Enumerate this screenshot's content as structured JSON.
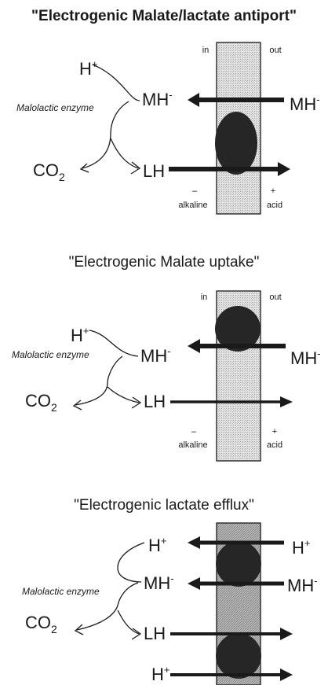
{
  "sections": [
    {
      "title": "\"Electrogenic Malate/lactate antiport\"",
      "enzyme_label": "Malolactic enzyme",
      "proton": {
        "base": "H",
        "sup": "+"
      },
      "malate_in": {
        "base": "MH",
        "sup": "-"
      },
      "malate_out": {
        "base": "MH",
        "sup": "-"
      },
      "co2": {
        "base": "CO",
        "sub": "2"
      },
      "lactate": "LH",
      "side_in": "in",
      "side_out": "out",
      "charge_in": "–",
      "charge_out": "+",
      "ph_in": "alkaline",
      "ph_out": "acid"
    },
    {
      "title": "\"Electrogenic Malate uptake\"",
      "enzyme_label": "Malolactic enzyme",
      "proton": {
        "base": "H",
        "sup": "+"
      },
      "malate_in": {
        "base": "MH",
        "sup": "-"
      },
      "malate_out": {
        "base": "MH",
        "sup": "-"
      },
      "co2": {
        "base": "CO",
        "sub": "2"
      },
      "lactate": "LH",
      "side_in": "in",
      "side_out": "out",
      "charge_in": "–",
      "charge_out": "+",
      "ph_in": "alkaline",
      "ph_out": "acid"
    },
    {
      "title": "\"Electrogenic lactate efflux\"",
      "enzyme_label": "Malolactic enzyme",
      "proton_in": {
        "base": "H",
        "sup": "+"
      },
      "proton_out": {
        "base": "H",
        "sup": "+"
      },
      "malate_in": {
        "base": "MH",
        "sup": "-"
      },
      "malate_out": {
        "base": "MH",
        "sup": "-"
      },
      "co2": {
        "base": "CO",
        "sub": "2"
      },
      "lactate": "LH",
      "proton_bottom": {
        "base": "H",
        "sup": "+"
      }
    }
  ]
}
